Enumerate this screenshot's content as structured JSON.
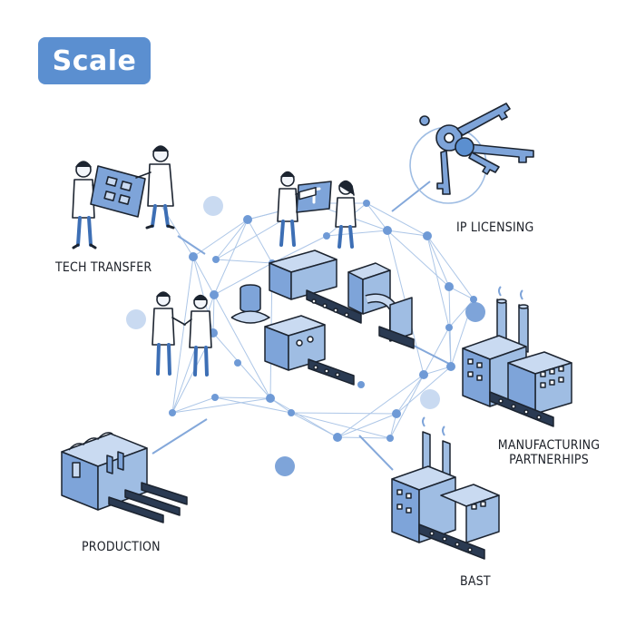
{
  "badge": {
    "label": "Scale"
  },
  "labels": {
    "tech_transfer": "TECH TRANSFER",
    "ip_licensing": "IP LICENSING",
    "manufacturing_line1": "MANUFACTURING",
    "manufacturing_line2": "PARTNERHIPS",
    "production": "PRODUCTION",
    "bast": "BAST"
  },
  "colors": {
    "accent": "#5b8fd0",
    "network_line": "#9fbde3",
    "node": "#6f9ad6",
    "node_light": "#c9daf1",
    "outline": "#1c2430"
  }
}
